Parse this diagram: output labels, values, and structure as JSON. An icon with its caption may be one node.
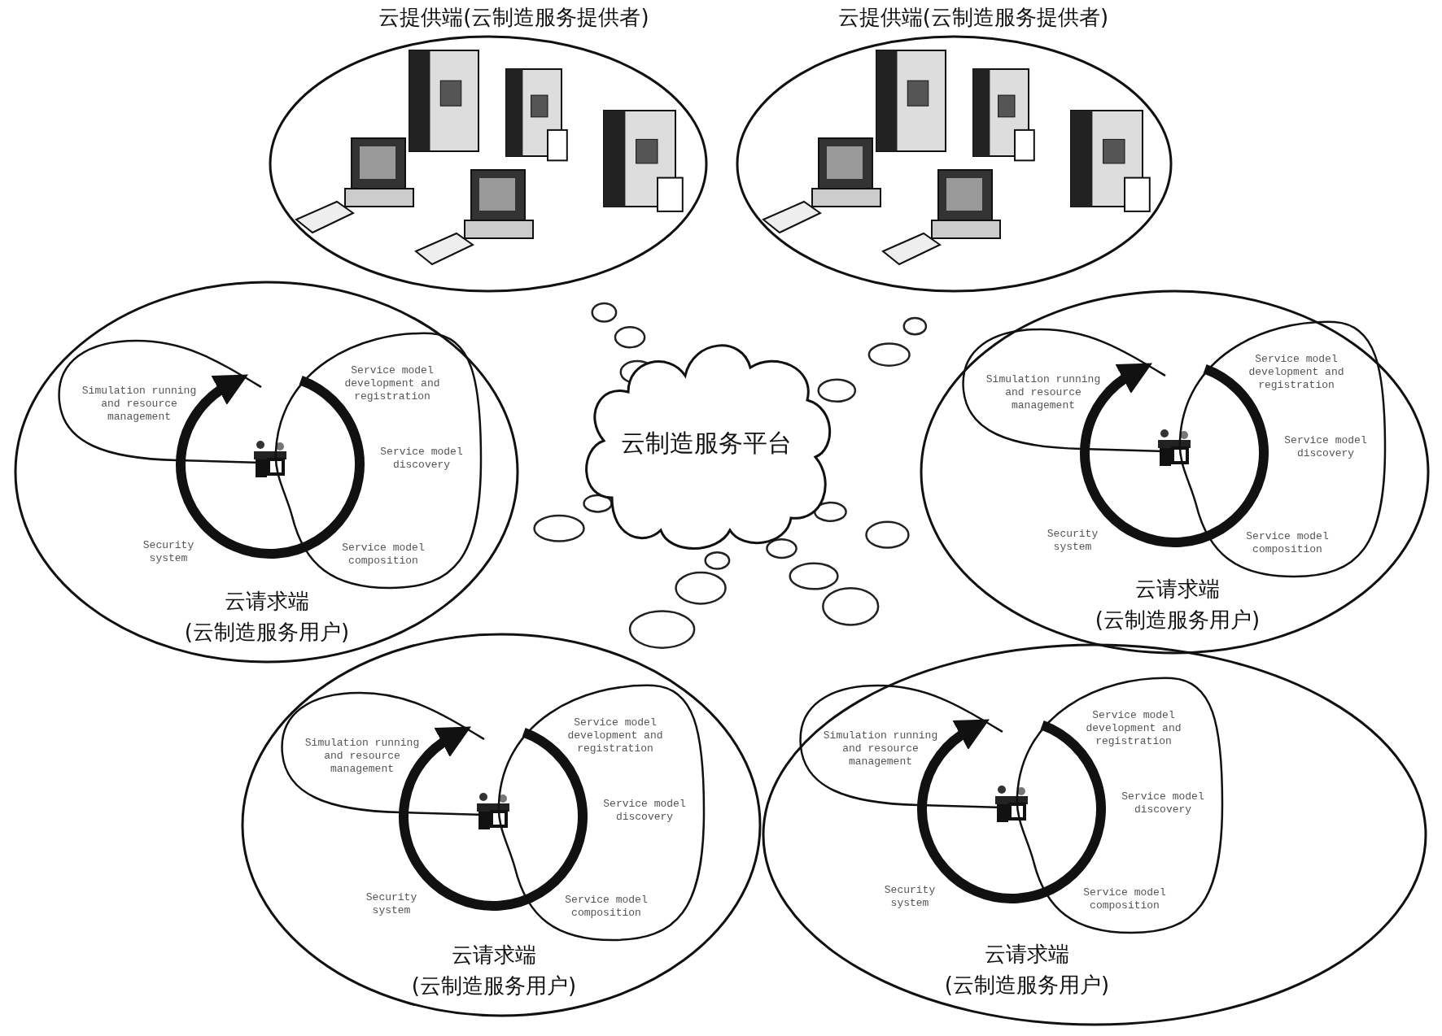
{
  "diagram": {
    "nodes": [
      {
        "text": [
          "云提供端(云制造服务提供者)"
        ]
      },
      {
        "text": [
          "云提供端(云制造服务提供者)"
        ]
      },
      {
        "text": [
          "云制造服务平台"
        ]
      },
      {
        "text": [
          "云请求端",
          "(云制造服务用户)"
        ]
      },
      {
        "text": [
          "Simulation running and resource management"
        ],
        "in": 3
      },
      {
        "text": [
          "Service model development and registration",
          "Service model discovery",
          "Service model composition"
        ],
        "in": 3
      },
      {
        "text": [
          "云请求端",
          "(云制造服务用户)"
        ]
      },
      {
        "text": [
          "Simulation running and resource management"
        ],
        "in": 6
      },
      {
        "text": [
          "Service model development and registration",
          "Service model discovery",
          "Service model composition"
        ],
        "in": 6
      },
      {
        "text": [
          "云请求端",
          "(云制造服务用户)"
        ]
      },
      {
        "text": [
          "Simulation running and resource management"
        ],
        "in": 9
      },
      {
        "text": [
          "Service model development and registration",
          "Service model discovery",
          "Service model composition"
        ],
        "in": 9
      },
      {
        "text": [
          "云请求端",
          "(云制造服务用户)"
        ]
      },
      {
        "text": [
          "Simulation running and resource management"
        ],
        "in": 12
      },
      {
        "text": [
          "Service model development and registration",
          "Service model discovery",
          "Service model composition"
        ],
        "in": 12
      }
    ],
    "edges": [
      {
        "from": 5,
        "to": 4,
        "arrow": "to"
      },
      {
        "from": 8,
        "to": 7,
        "arrow": "to"
      },
      {
        "from": 11,
        "to": 10,
        "arrow": "to"
      },
      {
        "from": 14,
        "to": 13,
        "arrow": "to"
      }
    ],
    "labels": [
      "Security system",
      "Security system",
      "Security system",
      "Security system"
    ]
  }
}
